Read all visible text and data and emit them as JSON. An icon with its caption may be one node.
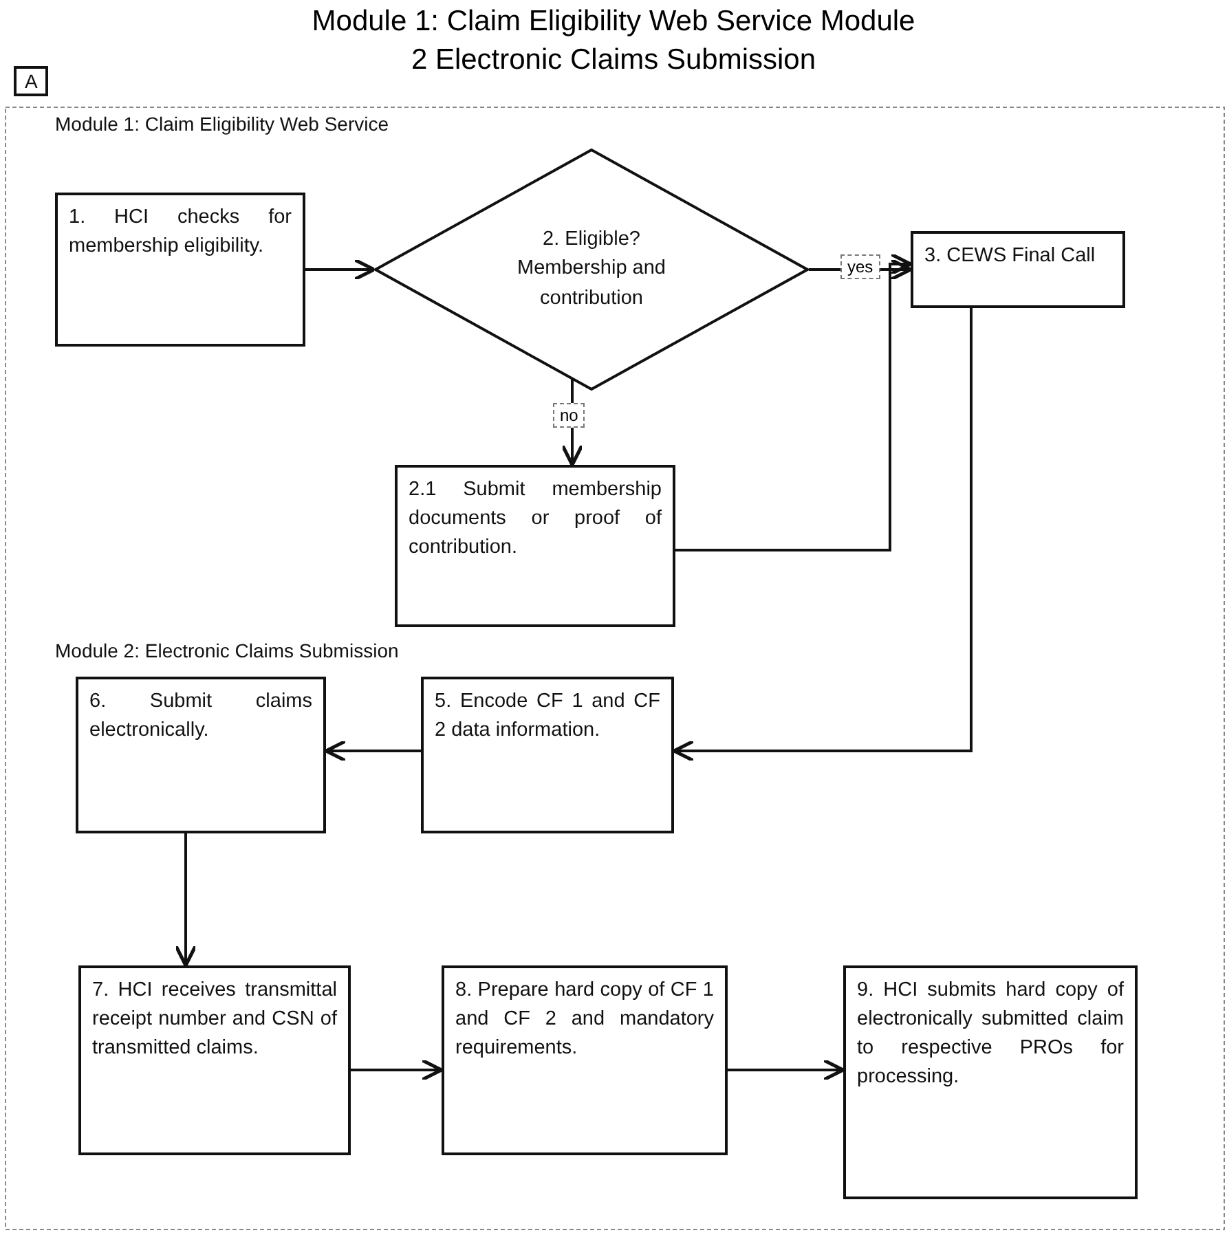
{
  "diagram": {
    "title": "Module 1: Claim Eligibility Web Service Module 2 Electronic Claims Submission",
    "nodes": [
      {
        "text": [
          "1. HCI checks for membership eligibility."
        ]
      },
      {
        "text": [
          "2. Eligible? Membership and contribution"
        ]
      },
      {
        "text": [
          "3. CEWS Final Call"
        ]
      },
      {
        "text": [
          "2.1 Submit membership documents or proof of contribution."
        ]
      },
      {
        "text": [
          "6. Submit claims electronically."
        ]
      },
      {
        "text": [
          "5. Encode CF 1 and CF 2 data information."
        ]
      },
      {
        "text": [
          "7. HCI receives transmittal receipt number and CSN of transmitted claims."
        ]
      },
      {
        "text": [
          "8. Prepare hard copy of CF 1 and CF 2 and mandatory requirements."
        ]
      },
      {
        "text": [
          "9. HCI submits hard copy of electronically submitted claim to respective PROs for processing."
        ]
      }
    ],
    "edges": [
      {
        "from": 0,
        "to": 1,
        "arrow": "to"
      },
      {
        "from": 1,
        "to": 2,
        "arrow": "to",
        "label": "yes"
      },
      {
        "from": 1,
        "to": 3,
        "arrow": "to",
        "label": "no"
      },
      {
        "from": 3,
        "to": 2,
        "arrow": "to"
      },
      {
        "from": 2,
        "to": 5,
        "arrow": "to"
      },
      {
        "from": 5,
        "to": 4,
        "arrow": "to"
      },
      {
        "from": 4,
        "to": 6,
        "arrow": "to"
      },
      {
        "from": 6,
        "to": 7,
        "arrow": "to"
      },
      {
        "from": 7,
        "to": 8,
        "arrow": "to"
      }
    ],
    "labels": [
      "A",
      "Module 1: Claim Eligibility Web Service",
      "Module 2: Electronic Claims Submission"
    ]
  }
}
